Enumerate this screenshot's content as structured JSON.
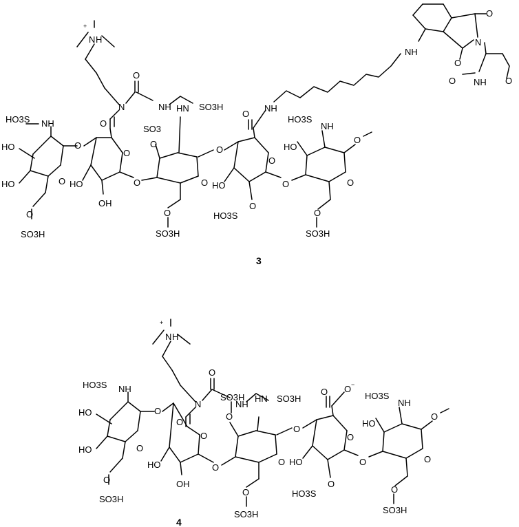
{
  "compound_3": {
    "label": "3",
    "trimethylammonium": {
      "n": "N",
      "h": "H",
      "charge": "+"
    },
    "urea": {
      "o": "O",
      "nh": "NH",
      "n": "N"
    },
    "amide_o": "O",
    "amide_nh": "NH",
    "linker_nh": "NH",
    "thalidomide": {
      "o1": "O",
      "o2": "O",
      "n": "N",
      "o3": "O",
      "nh": "NH",
      "o4": "O"
    },
    "ring1": {
      "ho3s": "HO3S",
      "nh": "NH",
      "ho1": "HO",
      "ho2": "HO",
      "o_ring": "O",
      "o_link": "O",
      "o6": "O",
      "so3h": "SO3H"
    },
    "ring2": {
      "o_ring": "O",
      "ho": "HO",
      "oh": "OH",
      "o_link": "O"
    },
    "ring3": {
      "so3": "SO3",
      "o_s": "O",
      "hn": "HN",
      "so3h": "SO3H",
      "o_ring": "O",
      "o_link": "O",
      "o6": "O",
      "so3h6": "SO3H"
    },
    "ring4": {
      "o_ring": "O",
      "ho": "HO",
      "ho3s": "HO3S",
      "o2": "O",
      "o_link": "O"
    },
    "ring5": {
      "ho3s": "HO3S",
      "nh": "NH",
      "ho": "HO",
      "o_ring": "O",
      "ome": "O",
      "o6": "O",
      "so3h": "SO3H"
    }
  },
  "compound_4": {
    "label": "4",
    "trimethylammonium": {
      "n": "N",
      "h": "H",
      "charge": "+"
    },
    "urea": {
      "o": "O",
      "nh": "NH",
      "n": "N"
    },
    "amide_o": "O",
    "carboxylate": {
      "o": "O",
      "o_minus": "O",
      "charge": "−"
    },
    "ring1": {
      "ho3s": "HO3S",
      "nh": "NH",
      "ho1": "HO",
      "ho2": "HO",
      "o_ring": "O",
      "o_link": "O",
      "o6": "O",
      "so3h": "SO3H"
    },
    "ring2": {
      "o_ring": "O",
      "ho": "HO",
      "oh": "OH",
      "o_link": "O"
    },
    "ring3": {
      "so3h_o": "SO3H",
      "o_s": "O",
      "hn": "HN",
      "so3h": "SO3H",
      "o_ring": "O",
      "o_link": "O",
      "o6": "O",
      "so3h6": "SO3H"
    },
    "ring4": {
      "o_ring": "O",
      "ho": "HO",
      "ho3s": "HO3S",
      "o2": "O",
      "o_link": "O"
    },
    "ring5": {
      "ho3s": "HO3S",
      "nh": "NH",
      "ho": "HO",
      "o_ring": "O",
      "ome": "O",
      "o6": "O",
      "so3h": "SO3H"
    }
  }
}
